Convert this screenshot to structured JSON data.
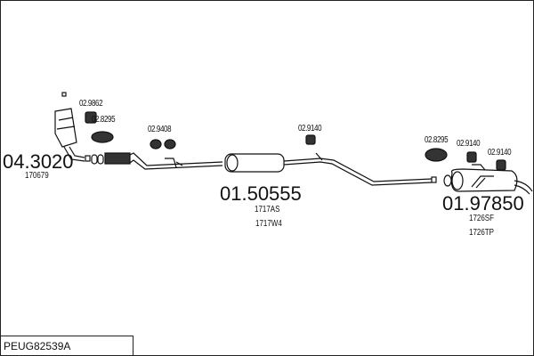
{
  "diagram_title": "PEUG82539A",
  "parts": [
    {
      "number": "04.3020",
      "refs": [
        "170679"
      ]
    },
    {
      "number": "01.50555",
      "refs": [
        "1717AS",
        "1717W4"
      ]
    },
    {
      "number": "01.97850",
      "refs": [
        "1726SF",
        "1726TP"
      ]
    }
  ],
  "fittings": [
    "02.9862",
    "02.8295",
    "02.9408",
    "02.9140",
    "02.8295",
    "02.9140",
    "02.9140"
  ]
}
